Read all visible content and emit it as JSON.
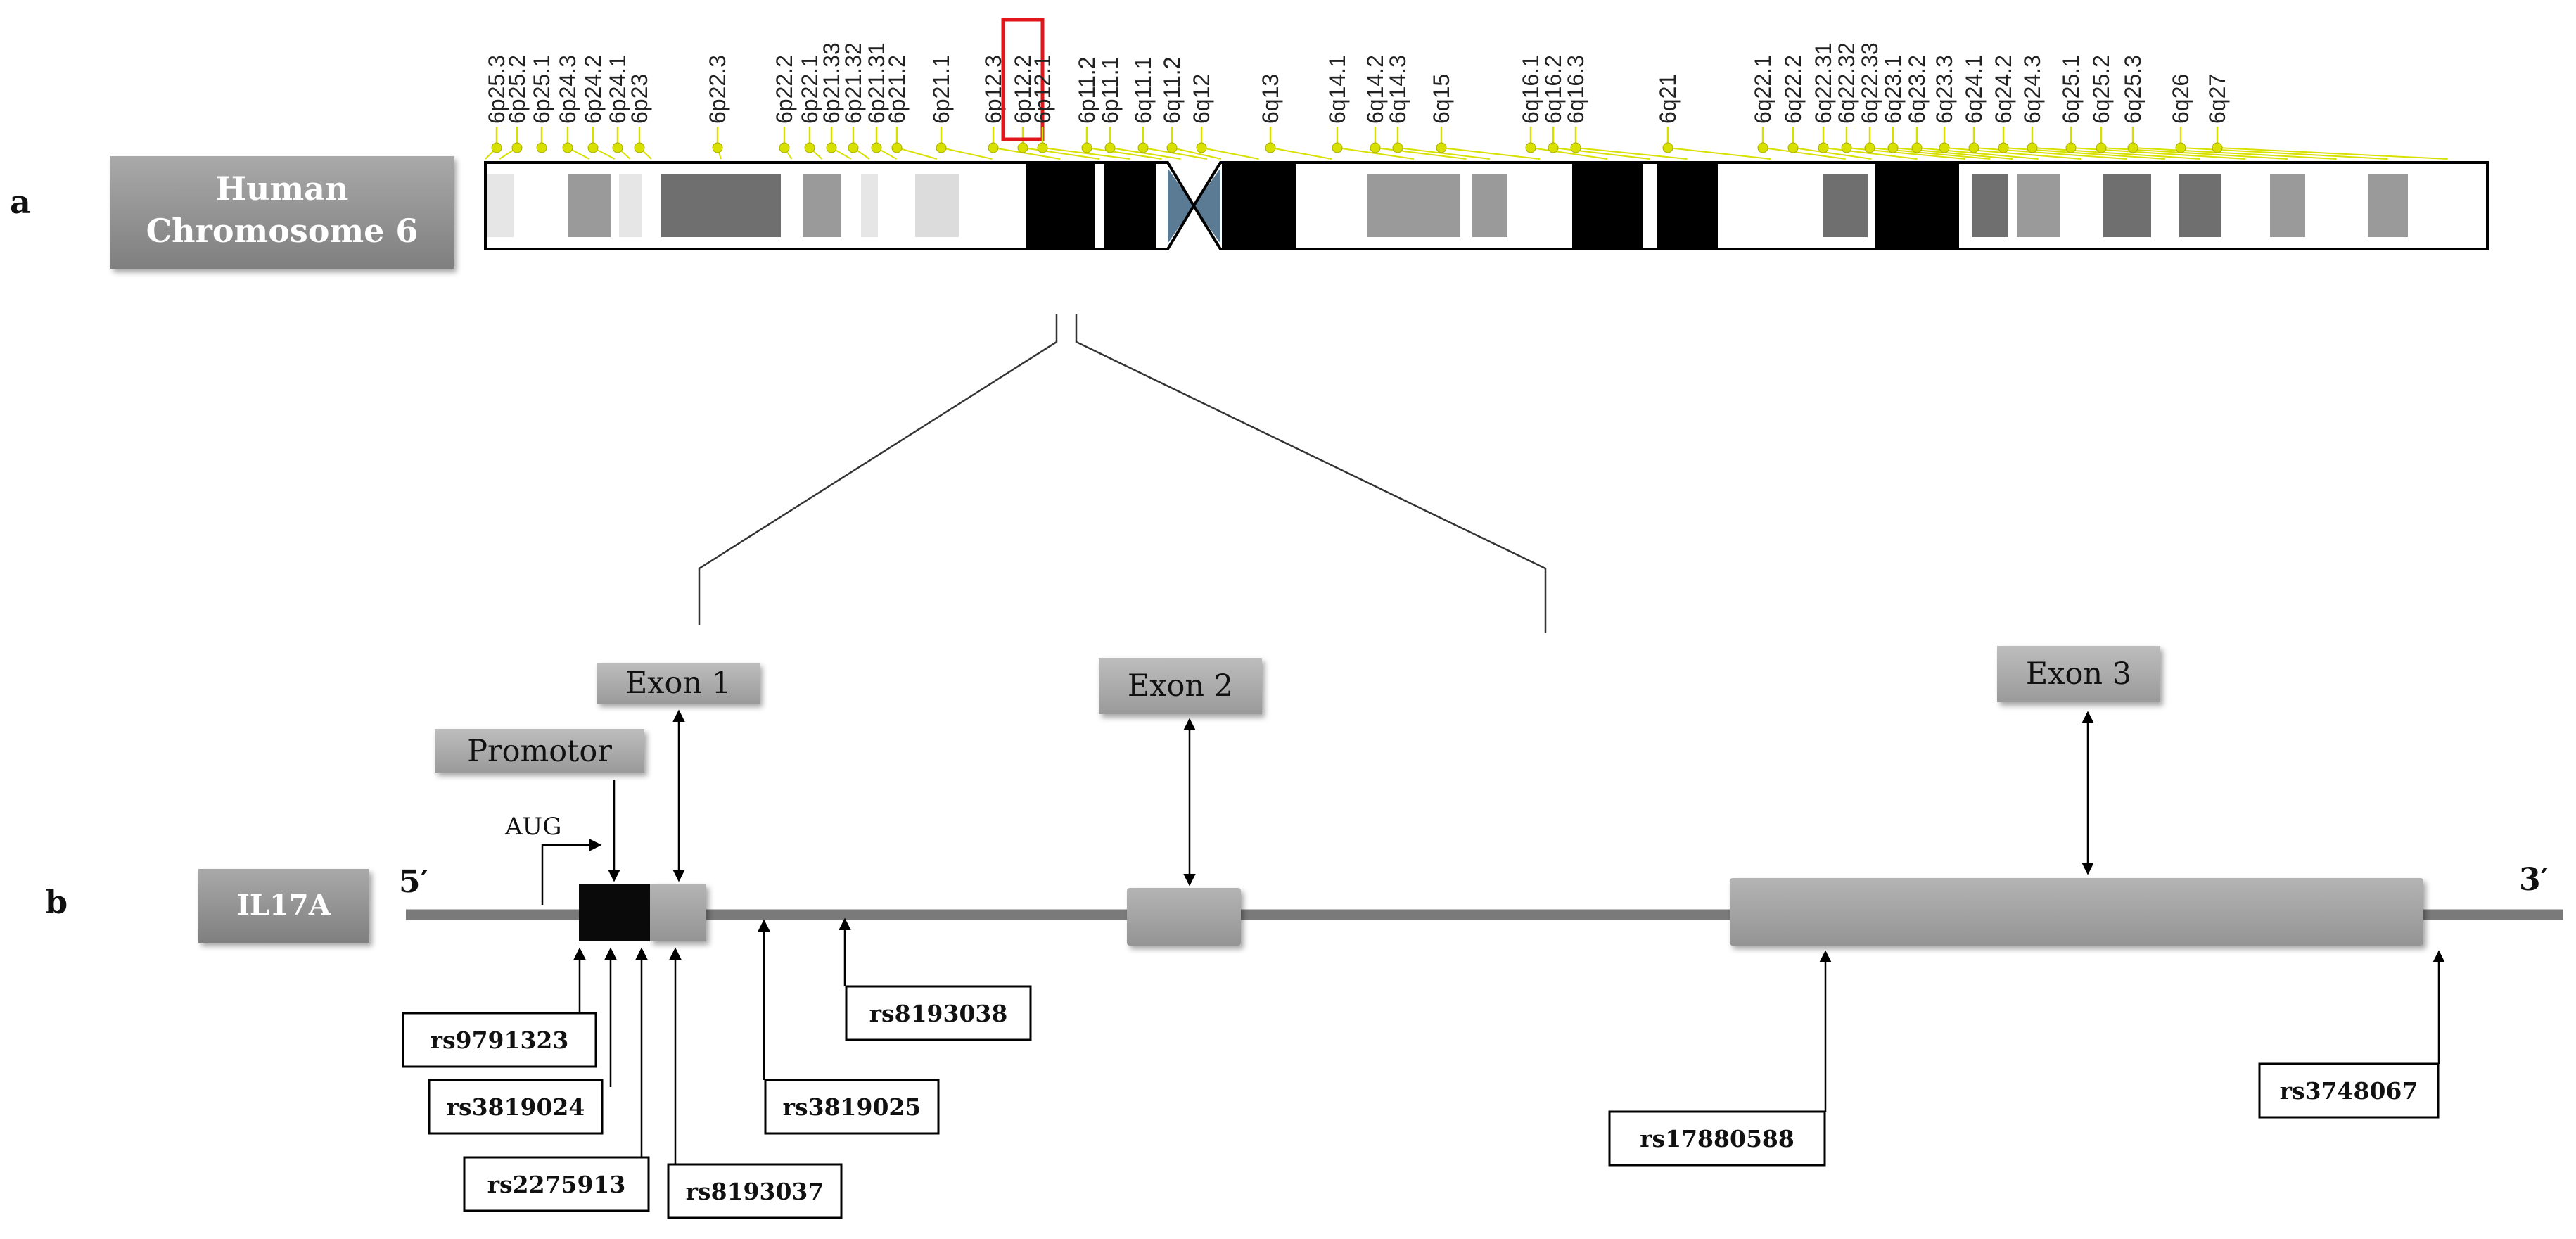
{
  "panels": {
    "a": "a",
    "b": "b"
  },
  "chromosome": {
    "title_line1": "Human",
    "title_line2": "Chromosome 6",
    "highlighted_band": "6p12.2",
    "bands": [
      {
        "name": "6p25.3",
        "color": "#ffffff"
      },
      {
        "name": "6p25.2",
        "color": "#e6e6e6"
      },
      {
        "name": "6p25.1",
        "color": "#ffffff"
      },
      {
        "name": "6p24.3",
        "color": "#9a9a9a"
      },
      {
        "name": "6p24.2",
        "color": "#ffffff"
      },
      {
        "name": "6p24.1",
        "color": "#e6e6e6"
      },
      {
        "name": "6p23",
        "color": "#ffffff"
      },
      {
        "name": "6p22.3",
        "color": "#6f6f6f"
      },
      {
        "name": "6p22.2",
        "color": "#ffffff"
      },
      {
        "name": "6p22.1",
        "color": "#9a9a9a"
      },
      {
        "name": "6p21.33",
        "color": "#ffffff"
      },
      {
        "name": "6p21.32",
        "color": "#e6e6e6"
      },
      {
        "name": "6p21.31",
        "color": "#ffffff"
      },
      {
        "name": "6p21.2",
        "color": "#dcdcdc"
      },
      {
        "name": "6p21.1",
        "color": "#ffffff"
      },
      {
        "name": "6p12.3",
        "color": "#000000"
      },
      {
        "name": "6p12.2",
        "color": "#ffffff"
      },
      {
        "name": "6p12.1",
        "color": "#000000"
      },
      {
        "name": "6p11.2",
        "color": "#ffffff"
      },
      {
        "name": "6p11.1",
        "color": "#5b7a93"
      },
      {
        "name": "6q11.1",
        "color": "#5b7a93"
      },
      {
        "name": "6q11.2",
        "color": "#ffffff"
      },
      {
        "name": "6q12",
        "color": "#000000"
      },
      {
        "name": "6q13",
        "color": "#ffffff"
      },
      {
        "name": "6q14.1",
        "color": "#9a9a9a"
      },
      {
        "name": "6q14.2",
        "color": "#ffffff"
      },
      {
        "name": "6q14.3",
        "color": "#9a9a9a"
      },
      {
        "name": "6q15",
        "color": "#ffffff"
      },
      {
        "name": "6q16.1",
        "color": "#000000"
      },
      {
        "name": "6q16.2",
        "color": "#ffffff"
      },
      {
        "name": "6q16.3",
        "color": "#000000"
      },
      {
        "name": "6q21",
        "color": "#ffffff"
      },
      {
        "name": "6q22.1",
        "color": "#6f6f6f"
      },
      {
        "name": "6q22.2",
        "color": "#ffffff"
      },
      {
        "name": "6q22.31",
        "color": "#000000"
      },
      {
        "name": "6q22.32",
        "color": "#ffffff"
      },
      {
        "name": "6q22.33",
        "color": "#6f6f6f"
      },
      {
        "name": "6q23.1",
        "color": "#ffffff"
      },
      {
        "name": "6q23.2",
        "color": "#9a9a9a"
      },
      {
        "name": "6q23.3",
        "color": "#ffffff"
      },
      {
        "name": "6q24.1",
        "color": "#6f6f6f"
      },
      {
        "name": "6q24.2",
        "color": "#ffffff"
      },
      {
        "name": "6q24.3",
        "color": "#6f6f6f"
      },
      {
        "name": "6q25.1",
        "color": "#ffffff"
      },
      {
        "name": "6q25.2",
        "color": "#9a9a9a"
      },
      {
        "name": "6q25.3",
        "color": "#ffffff"
      },
      {
        "name": "6q26",
        "color": "#9a9a9a"
      },
      {
        "name": "6q27",
        "color": "#ffffff"
      }
    ]
  },
  "gene": {
    "name": "IL17A",
    "five_prime": "5′",
    "three_prime": "3′",
    "aug": "AUG",
    "promotor": "Promotor",
    "exon1": "Exon 1",
    "exon2": "Exon 2",
    "exon3": "Exon 3"
  },
  "snps": {
    "rs9791323": "rs9791323",
    "rs3819024": "rs3819024",
    "rs2275913": "rs2275913",
    "rs8193037": "rs8193037",
    "rs3819025": "rs3819025",
    "rs8193038": "rs8193038",
    "rs17880588": "rs17880588",
    "rs3748067": "rs3748067"
  },
  "colors": {
    "highlight": "#e0161b",
    "marker": "#d8e000",
    "centromere": "#5b7a93",
    "grey_box": "#8c8c8c",
    "gene_line": "#7a7a7a"
  }
}
